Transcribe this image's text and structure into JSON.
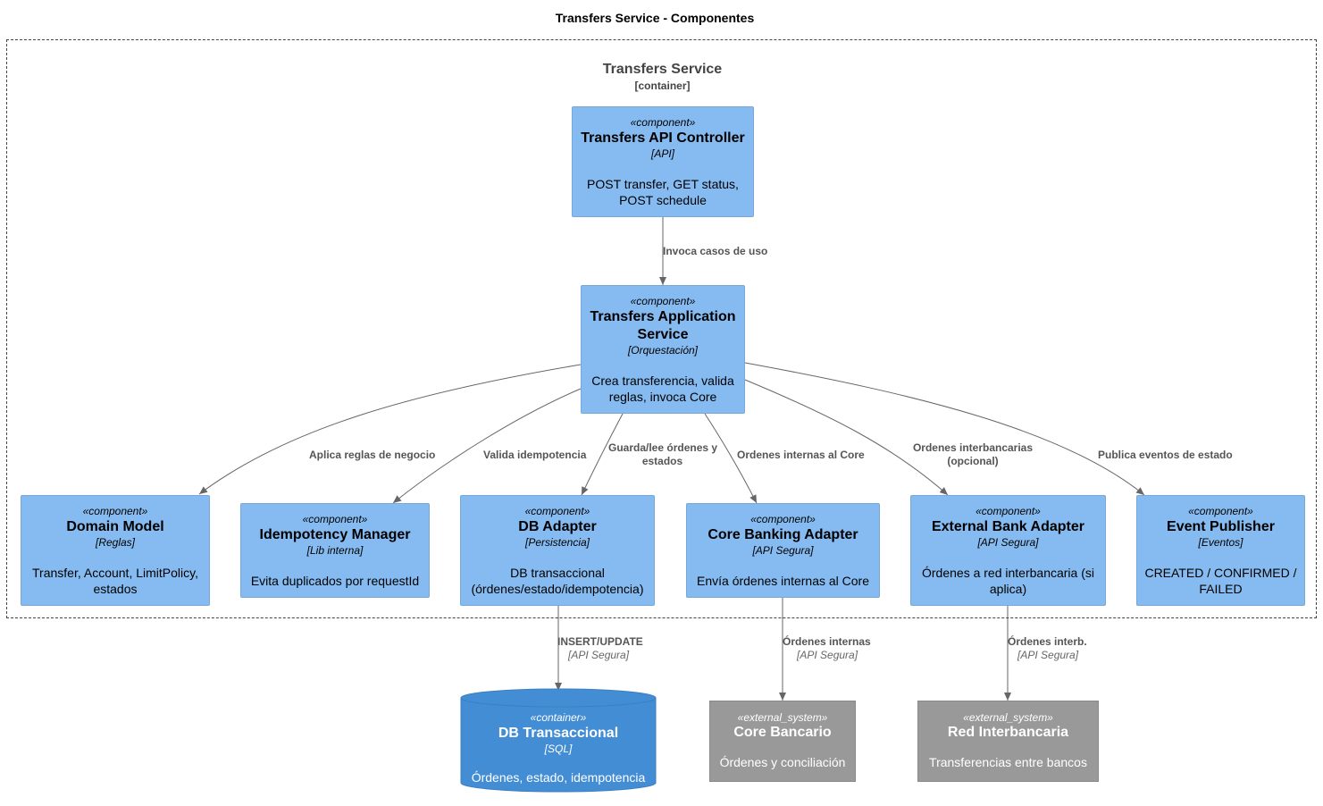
{
  "diagram": {
    "title": "Transfers Service - Componentes",
    "boundary": {
      "name": "Transfers Service",
      "type": "[container]"
    },
    "components": {
      "api_controller": {
        "stereotype": "«component»",
        "name": "Transfers API Controller",
        "tech": "[API]",
        "desc_1": "POST transfer, GET status,",
        "desc_2": "POST schedule"
      },
      "app_service": {
        "stereotype": "«component»",
        "name_1": "Transfers Application",
        "name_2": "Service",
        "tech": "[Orquestación]",
        "desc_1": "Crea transferencia, valida",
        "desc_2": "reglas, invoca Core"
      },
      "domain_model": {
        "stereotype": "«component»",
        "name": "Domain Model",
        "tech": "[Reglas]",
        "desc_1": "Transfer, Account, LimitPolicy,",
        "desc_2": "estados"
      },
      "idempotency": {
        "stereotype": "«component»",
        "name": "Idempotency Manager",
        "tech": "[Lib interna]",
        "desc_1": "Evita duplicados por requestId"
      },
      "db_adapter": {
        "stereotype": "«component»",
        "name": "DB Adapter",
        "tech": "[Persistencia]",
        "desc_1": "DB transaccional",
        "desc_2": "(órdenes/estado/idempotencia)"
      },
      "core_adapter": {
        "stereotype": "«component»",
        "name": "Core Banking Adapter",
        "tech": "[API Segura]",
        "desc_1": "Envía órdenes internas al Core"
      },
      "ext_bank_adapter": {
        "stereotype": "«component»",
        "name": "External Bank Adapter",
        "tech": "[API Segura]",
        "desc_1": "Órdenes a red interbancaria (si",
        "desc_2": "aplica)"
      },
      "event_publisher": {
        "stereotype": "«component»",
        "name": "Event Publisher",
        "tech": "[Eventos]",
        "desc_1": "CREATED / CONFIRMED /",
        "desc_2": "FAILED"
      }
    },
    "database": {
      "stereotype": "«container»",
      "name": "DB Transaccional",
      "tech": "[SQL]",
      "desc": "Órdenes, estado, idempotencia"
    },
    "external_systems": {
      "core": {
        "stereotype": "«external_system»",
        "name": "Core Bancario",
        "desc": "Órdenes y conciliación"
      },
      "red": {
        "stereotype": "«external_system»",
        "name": "Red Interbancaria",
        "desc": "Transferencias entre bancos"
      }
    },
    "relations": {
      "invoca": "Invoca casos de uso",
      "aplica": "Aplica reglas de negocio",
      "valida": "Valida idempotencia",
      "guarda_1": "Guarda/lee órdenes y",
      "guarda_2": "estados",
      "ordenes_core": "Ordenes internas al Core",
      "interbancarias_1": "Ordenes interbancarias",
      "interbancarias_2": "(opcional)",
      "publica": "Publica eventos de estado",
      "insert": "INSERT/UPDATE",
      "insert_tech": "[API Segura]",
      "ord_internas": "Órdenes internas",
      "ord_internas_tech": "[API Segura]",
      "ord_interb": "Órdenes interb.",
      "ord_interb_tech": "[API Segura]"
    },
    "colors": {
      "component": "#85bbf0",
      "container_db": "#438dd5",
      "external": "#999999",
      "arrow": "#666666"
    }
  }
}
